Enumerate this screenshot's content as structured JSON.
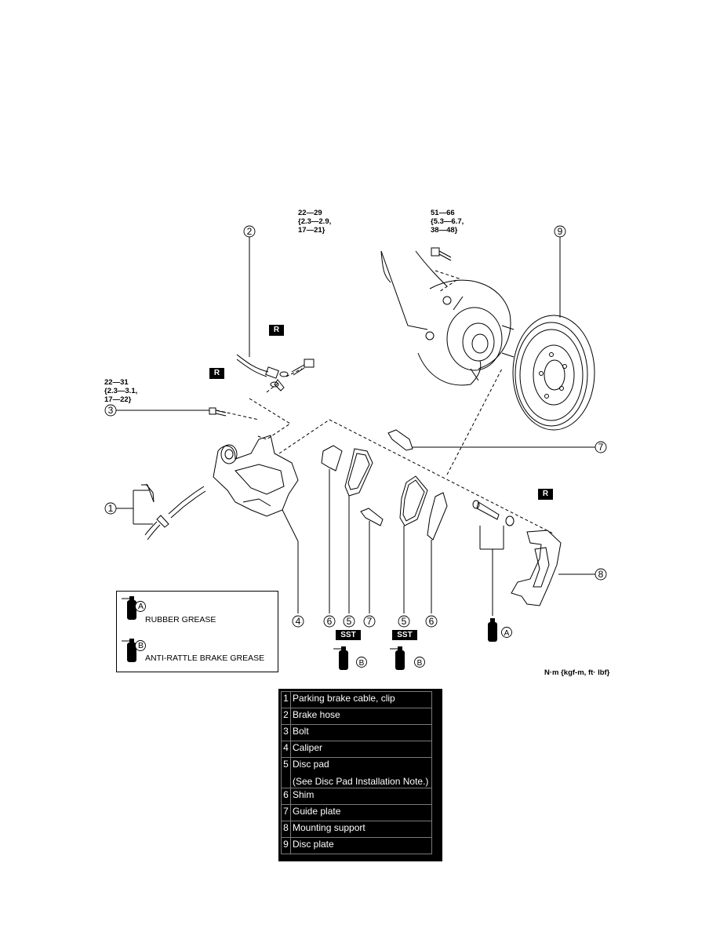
{
  "torque_specs": [
    {
      "id": "bolt-2",
      "text": "22—29\n{2.3—2.9,\n17—21}"
    },
    {
      "id": "bolt-9",
      "text": "51—66\n{5.3—6.7,\n38—48}"
    },
    {
      "id": "bolt-3",
      "text": "22—31\n{2.3—3.1,\n17—22}"
    }
  ],
  "callouts": [
    "1",
    "2",
    "3",
    "4",
    "5",
    "6",
    "7",
    "8",
    "9"
  ],
  "badges": {
    "replace": "R",
    "special_tool": "SST",
    "grease_a": "A",
    "grease_b": "B"
  },
  "legend": {
    "a_letter": "A",
    "a_label": "RUBBER GREASE",
    "b_letter": "B",
    "b_label": "ANTI-RATTLE BRAKE GREASE"
  },
  "units_note": "N·m {kgf-m, ft· lbf}",
  "parts": [
    {
      "num": "1",
      "name": "Parking brake cable, clip"
    },
    {
      "num": "2",
      "name": "Brake hose"
    },
    {
      "num": "3",
      "name": "Bolt"
    },
    {
      "num": "4",
      "name": "Caliper"
    },
    {
      "num": "5",
      "name": "Disc pad",
      "note": "(See Disc Pad Installation Note.)"
    },
    {
      "num": "6",
      "name": "Shim"
    },
    {
      "num": "7",
      "name": "Guide plate"
    },
    {
      "num": "8",
      "name": "Mounting support"
    },
    {
      "num": "9",
      "name": "Disc plate"
    }
  ]
}
